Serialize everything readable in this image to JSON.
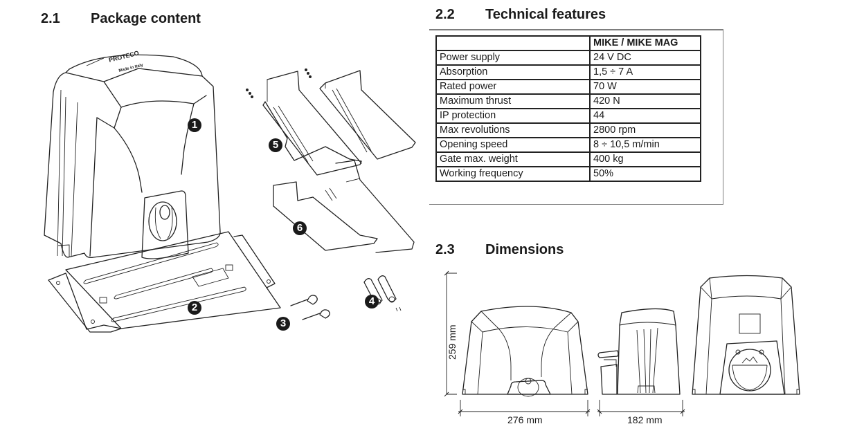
{
  "sections": {
    "package": {
      "number": "2.1",
      "title": "Package content"
    },
    "technical": {
      "number": "2.2",
      "title": "Technical features"
    },
    "dimensions": {
      "number": "2.3",
      "title": "Dimensions"
    }
  },
  "package_items": [
    {
      "badge": "1",
      "label": "motor-unit"
    },
    {
      "badge": "2",
      "label": "base-plate"
    },
    {
      "badge": "3",
      "label": "keys"
    },
    {
      "badge": "4",
      "label": "anchors-screws"
    },
    {
      "badge": "5",
      "label": "rack-brackets"
    },
    {
      "badge": "6",
      "label": "limit-switch-brackets"
    }
  ],
  "motor_branding": {
    "brand": "PROTECO",
    "subtitle": "Made in Italy"
  },
  "spec_table": {
    "header": [
      "",
      "MIKE / MIKE MAG"
    ],
    "rows": [
      {
        "feature": "Power supply",
        "value": "24 V DC"
      },
      {
        "feature": "Absorption",
        "value": "1,5 ÷ 7 A"
      },
      {
        "feature": "Rated power",
        "value": "70 W"
      },
      {
        "feature": "Maximum thrust",
        "value": "420 N"
      },
      {
        "feature": "IP protection",
        "value": "44"
      },
      {
        "feature": "Max revolutions",
        "value": "2800 rpm"
      },
      {
        "feature": "Opening speed",
        "value": "8 ÷ 10,5 m/min"
      },
      {
        "feature": "Gate max. weight",
        "value": "400 kg"
      },
      {
        "feature": "Working frequency",
        "value": "50%"
      }
    ]
  },
  "dimension_labels": {
    "height": "259 mm",
    "width": "276 mm",
    "depth": "182 mm"
  }
}
